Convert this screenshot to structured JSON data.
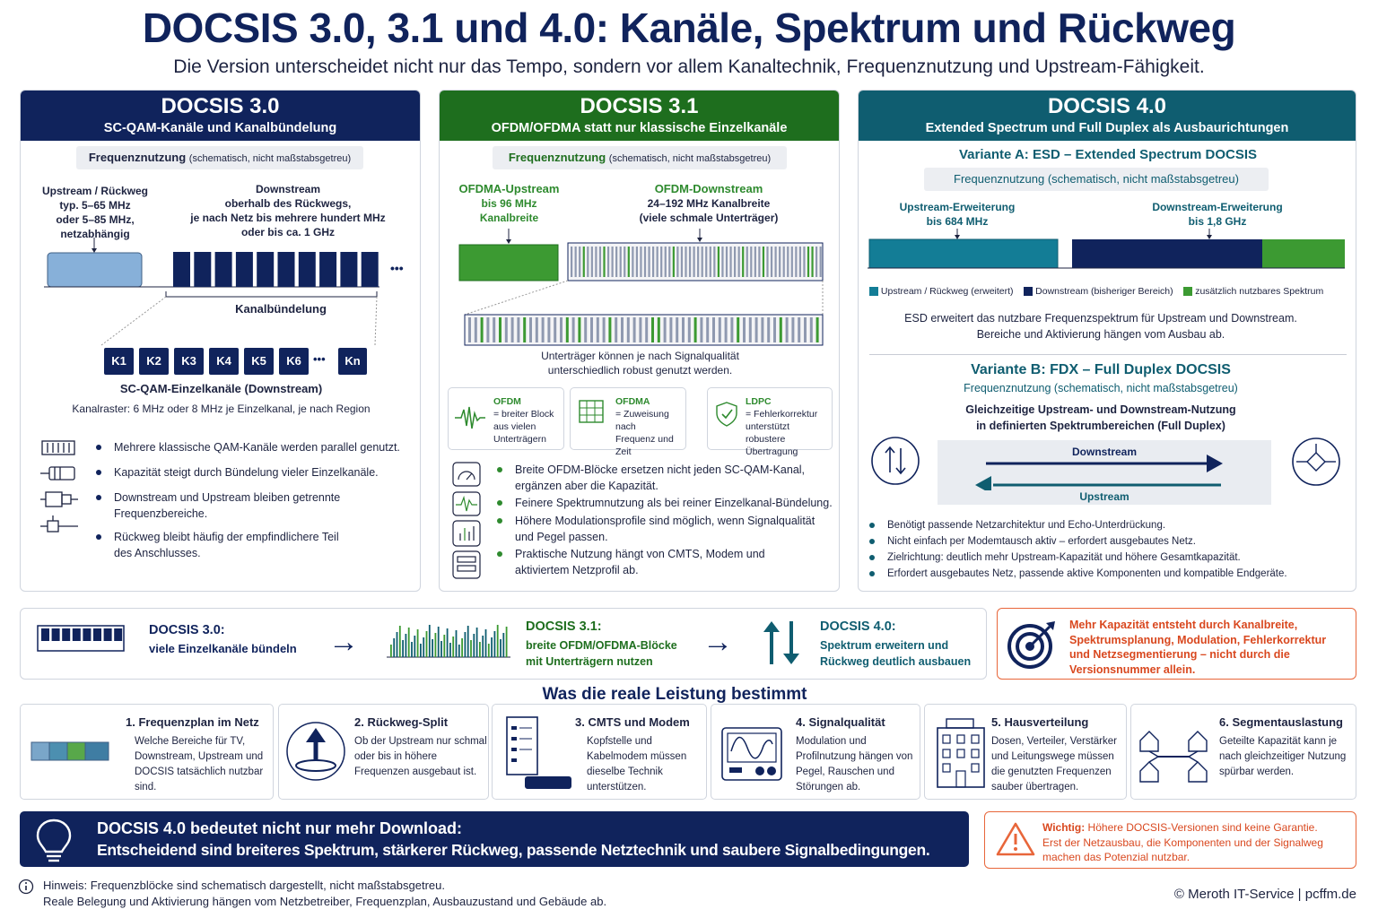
{
  "title": "DOCSIS 3.0, 3.1 und 4.0: Kanäle, Spektrum und Rückweg",
  "subtitle": "Die Version unterscheidet nicht nur das Tempo, sondern vor allem Kanaltechnik, Frequenznutzung und Upstream-Fähigkeit.",
  "colors": {
    "navy": "#10235c",
    "green": "#2e8a2e",
    "teal": "#0f5d70",
    "orange": "#e8663a"
  },
  "freq_label": "Frequenznutzung",
  "freq_note": "(schematisch, nicht maßstabsgetreu)",
  "d30": {
    "title": "DOCSIS 3.0",
    "subtitle": "SC-QAM-Kanäle und Kanalbündelung",
    "up_title": "Upstream / Rückweg",
    "up_l1": "typ. 5–65 MHz",
    "up_l2": "oder 5–85 MHz,",
    "up_l3": "netzabhängig",
    "down_title": "Downstream",
    "down_l1": "oberhalb des Rückwegs,",
    "down_l2": "je nach Netz bis mehrere hundert MHz",
    "down_l3": "oder bis ca. 1 GHz",
    "ellipsis": "•••",
    "bundle_label": "Kanalbündelung",
    "channels": [
      "K1",
      "K2",
      "K3",
      "K4",
      "K5",
      "K6",
      "Kn"
    ],
    "channels_ellipsis": "•••",
    "single_title": "SC-QAM-Einzelkanäle (Downstream)",
    "raster": "Kanalraster: 6 MHz oder 8 MHz je Einzelkanal, je nach Region",
    "bullets": [
      {
        "l1": "Mehrere klassische QAM-Kanäle werden parallel genutzt.",
        "l2": "",
        "icon": "channel-block-icon"
      },
      {
        "l1": "Kapazität steigt durch Bündelung vieler Einzelkanäle.",
        "l2": "",
        "icon": "cable-connector-icon"
      },
      {
        "l1": "Downstream und Upstream bleiben getrennte",
        "l2": "Frequenzbereiche.",
        "icon": "splitter-icon"
      },
      {
        "l1": "Rückweg bleibt häufig der empfindlichere Teil",
        "l2": "des Anschlusses.",
        "icon": "coax-plug-icon"
      }
    ]
  },
  "d31": {
    "title": "DOCSIS 3.1",
    "subtitle": "OFDM/OFDMA statt nur klassische Einzelkanäle",
    "up_title": "OFDMA-Upstream",
    "up_l1": "bis 96 MHz",
    "up_l2": "Kanalbreite",
    "down_title": "OFDM-Downstream",
    "down_l1": "24–192 MHz Kanalbreite",
    "down_l2": "(viele schmale Unterträger)",
    "robust_l1": "Unterträger können je nach Signalqualität",
    "robust_l2": "unterschiedlich robust genutzt werden.",
    "cards": [
      {
        "title": "OFDM",
        "l1": "= breiter Block",
        "l2": "aus vielen",
        "l3": "Unterträgern",
        "icon": "waveform-icon"
      },
      {
        "title": "OFDMA",
        "l1": "= Zuweisung nach",
        "l2": "Frequenz und",
        "l3": "Zeit",
        "icon": "grid-allocation-icon"
      },
      {
        "title": "LDPC",
        "l1": "= Fehlerkorrektur",
        "l2": "unterstützt robustere",
        "l3": "Übertragung",
        "icon": "shield-check-icon"
      }
    ],
    "bullets": [
      {
        "l1": "Breite OFDM-Blöcke ersetzen nicht jeden SC-QAM-Kanal,",
        "l2": "ergänzen aber die Kapazität.",
        "icon": "gauge-icon"
      },
      {
        "l1": "Feinere Spektrumnutzung als bei reiner Einzelkanal-Bündelung.",
        "l2": "",
        "icon": "spectrum-icon"
      },
      {
        "l1": "Höhere Modulationsprofile sind möglich, wenn Signalqualität",
        "l2": "und Pegel passen.",
        "icon": "bar-chart-icon"
      },
      {
        "l1": "Praktische Nutzung hängt von CMTS, Modem und",
        "l2": "aktiviertem Netzprofil ab.",
        "icon": "server-icon"
      }
    ]
  },
  "d40": {
    "title": "DOCSIS 4.0",
    "subtitle": "Extended Spectrum und Full Duplex als Ausbaurichtungen",
    "esd_title": "Variante A: ESD – Extended Spectrum DOCSIS",
    "up_ext_title": "Upstream-Erweiterung",
    "up_ext_val": "bis 684 MHz",
    "down_ext_title": "Downstream-Erweiterung",
    "down_ext_val": "bis 1,8 GHz",
    "legend": [
      "Upstream / Rückweg (erweitert)",
      "Downstream (bisheriger Bereich)",
      "zusätzlich nutzbares Spektrum"
    ],
    "esd_l1": "ESD erweitert das nutzbare Frequenzspektrum für Upstream und Downstream.",
    "esd_l2": "Bereiche und Aktivierung hängen vom Ausbau ab.",
    "fdx_title": "Variante B: FDX – Full Duplex DOCSIS",
    "fdx_freq": "Frequenznutzung (schematisch, nicht maßstabsgetreu)",
    "fdx_l1": "Gleichzeitige Upstream- und Downstream-Nutzung",
    "fdx_l2": "in definierten Spektrumbereichen (Full Duplex)",
    "fdx_down": "Downstream",
    "fdx_up": "Upstream",
    "bullets": [
      "Benötigt passende Netzarchitektur und Echo-Unterdrückung.",
      "Nicht einfach per Modemtausch aktiv – erfordert ausgebautes Netz.",
      "Zielrichtung: deutlich mehr Upstream-Kapazität und höhere Gesamtkapazität.",
      "Erfordert ausgebautes Netz, passende aktive Komponenten und kompatible Endgeräte."
    ]
  },
  "flow": {
    "s1_title": "DOCSIS 3.0:",
    "s1_text": "viele Einzelkanäle bündeln",
    "s2_title": "DOCSIS 3.1:",
    "s2_l1": "breite OFDM/OFDMA-Blöcke",
    "s2_l2": "mit Unterträgern nutzen",
    "s3_title": "DOCSIS 4.0:",
    "s3_l1": "Spektrum erweitern und",
    "s3_l2": "Rückweg deutlich ausbauen",
    "arrow": "→"
  },
  "callout1": {
    "l1": "Mehr Kapazität entsteht durch Kanalbreite,",
    "l2": "Spektrumsplanung, Modulation, Fehlerkorrektur",
    "l3": "und Netzsegmentierung – nicht durch die",
    "l4": "Versionsnummer allein."
  },
  "factors_title": "Was die reale Leistung bestimmt",
  "factors": [
    {
      "title": "1. Frequenzplan im Netz",
      "l1": "Welche Bereiche für TV,",
      "l2": "Downstream, Upstream und",
      "l3": "DOCSIS tatsächlich nutzbar",
      "l4": "sind.",
      "icon": "frequency-plan-icon"
    },
    {
      "title": "2. Rückweg-Split",
      "l1": "Ob der Upstream nur schmal",
      "l2": "oder bis in höhere",
      "l3": "Frequenzen ausgebaut ist.",
      "l4": "",
      "icon": "upload-arrow-icon"
    },
    {
      "title": "3. CMTS und Modem",
      "l1": "Kopfstelle und",
      "l2": "Kabelmodem müssen",
      "l3": "dieselbe Technik",
      "l4": "unterstützen.",
      "icon": "cmts-modem-icon"
    },
    {
      "title": "4. Signalqualität",
      "l1": "Modulation und",
      "l2": "Profilnutzung hängen von",
      "l3": "Pegel, Rauschen und",
      "l4": "Störungen ab.",
      "icon": "oscilloscope-icon"
    },
    {
      "title": "5. Hausverteilung",
      "l1": "Dosen, Verteiler, Verstärker",
      "l2": "und Leitungswege müssen",
      "l3": "die genutzten Frequenzen",
      "l4": "sauber übertragen.",
      "icon": "building-icon"
    },
    {
      "title": "6. Segmentauslastung",
      "l1": "Geteilte Kapazität kann je",
      "l2": "nach gleichzeitiger Nutzung",
      "l3": "spürbar werden.",
      "l4": "",
      "icon": "shared-houses-icon"
    }
  ],
  "bottom": {
    "l1": "DOCSIS 4.0 bedeutet nicht nur mehr Download:",
    "l2": "Entscheidend sind breiteres Spektrum, stärkerer Rückweg, passende Netztechnik und saubere Signalbedingungen."
  },
  "warning": {
    "label": "Wichtig:",
    "l1": " Höhere DOCSIS-Versionen sind keine Garantie.",
    "l2": "Erst der Netzausbau, die Komponenten und der Signalweg",
    "l3": "machen das Potenzial nutzbar."
  },
  "note": {
    "l1": "Hinweis: Frequenzblöcke sind schematisch dargestellt, nicht maßstabsgetreu.",
    "l2": "Reale Belegung und Aktivierung hängen vom Netzbetreiber, Frequenzplan, Ausbauzustand und Gebäude ab."
  },
  "copyright": "© Meroth IT-Service | pcffm.de"
}
